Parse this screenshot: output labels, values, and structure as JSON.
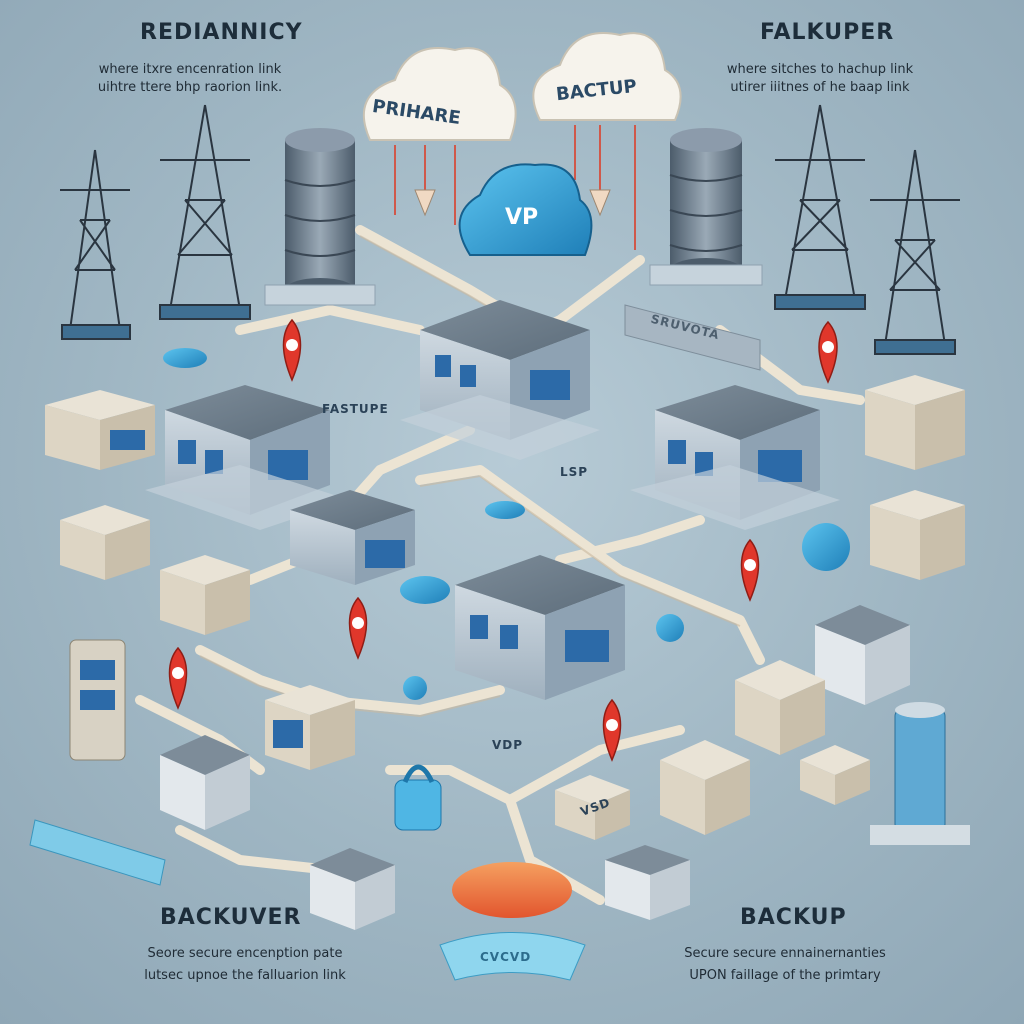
{
  "corners": {
    "top_left": {
      "title": "REDIANNICY",
      "line1": "where itxre encenration link",
      "line2": "uihtre ttere bhp raorion link."
    },
    "top_right": {
      "title": "FALKUPER",
      "line1": "where sitches to hachup link",
      "line2": "utirer iiitnes of he baap link"
    },
    "bottom_left": {
      "title": "BACKUVER",
      "line1": "Seore secure encenption pate",
      "line2": "lutsec upnoe the falluarion link"
    },
    "bottom_right": {
      "title": "BACKUP",
      "line1": "Secure secure ennainernanties",
      "line2": "UPON faillage of the primtary"
    }
  },
  "clouds": {
    "primary": "PRIHARE",
    "backup": "BACTUP",
    "vpn": "VP"
  },
  "labels": {
    "center_sign": "FASTUPE",
    "vpn_tag_1": "LSP",
    "vpn_tag_2": "VSD",
    "vpn_tag_3": "VDP",
    "sign_right": "SRUVOTA",
    "pad_bottom": "CVCVD"
  },
  "colors": {
    "background": "#a9bfcc",
    "pin": "#e0372b",
    "accent_blue": "#2ea7d8",
    "road": "#efe9dc"
  }
}
